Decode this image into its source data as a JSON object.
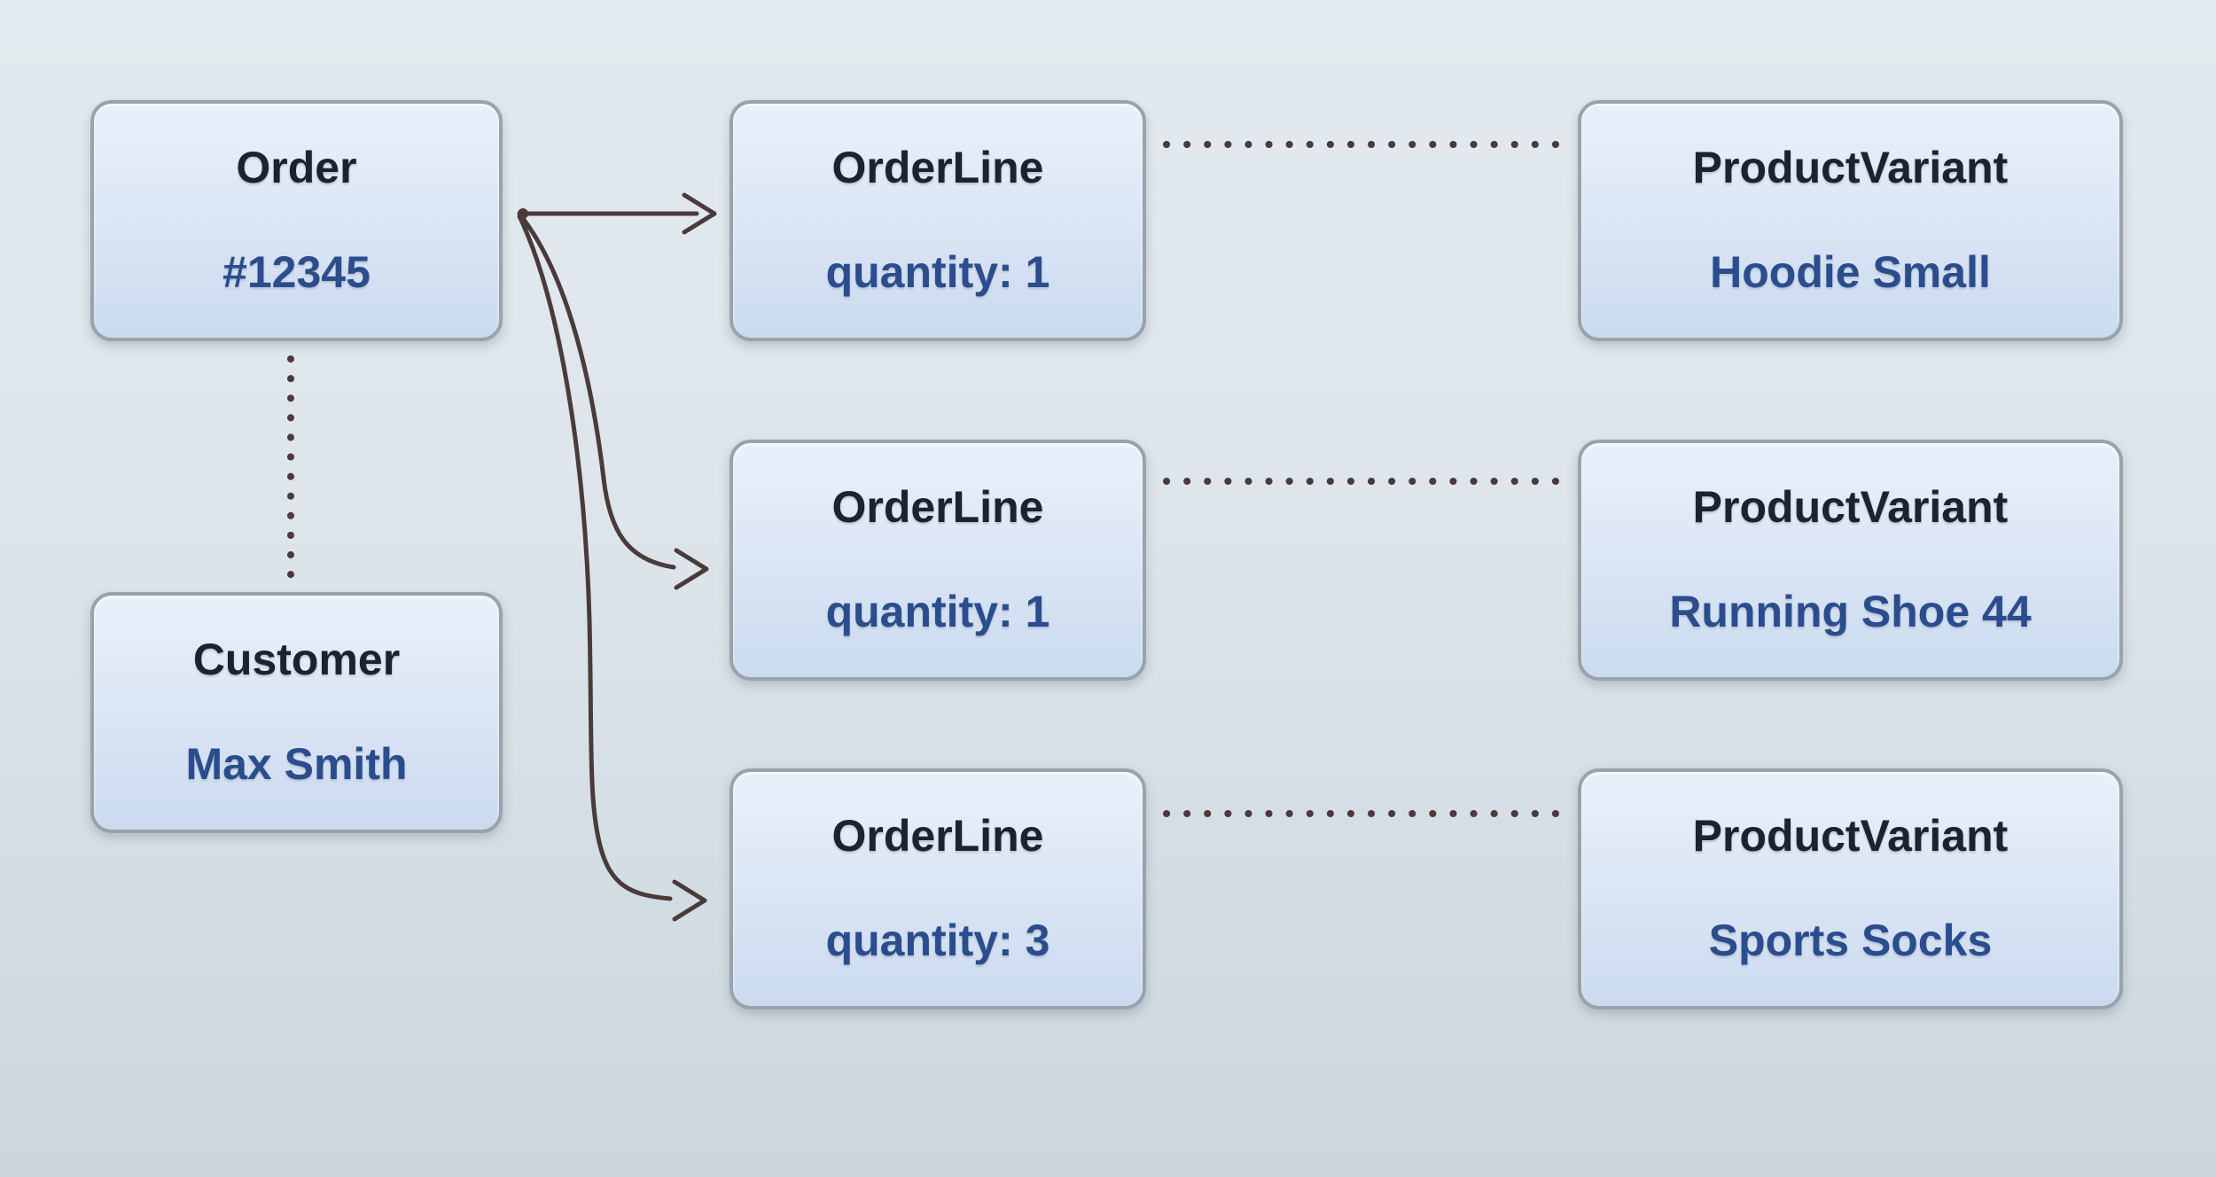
{
  "colors": {
    "background_top": "#e3eaef",
    "background_bottom": "#ccd6dd",
    "node_fill_top": "#e9f0fa",
    "node_fill_mid": "#dbe6f5",
    "node_fill_bottom": "#cbdaef",
    "node_border": "#98a3ab",
    "title_text": "#1b2330",
    "value_text": "#2b4d8e",
    "connector": "#4a3b3b"
  },
  "nodes": {
    "order": {
      "title": "Order",
      "value": "#12345"
    },
    "customer": {
      "title": "Customer",
      "value": "Max Smith"
    },
    "orderline1": {
      "title": "OrderLine",
      "value": "quantity: 1"
    },
    "orderline2": {
      "title": "OrderLine",
      "value": "quantity: 1"
    },
    "orderline3": {
      "title": "OrderLine",
      "value": "quantity: 3"
    },
    "productvariant1": {
      "title": "ProductVariant",
      "value": "Hoodie Small"
    },
    "productvariant2": {
      "title": "ProductVariant",
      "value": "Running Shoe 44"
    },
    "productvariant3": {
      "title": "ProductVariant",
      "value": "Sports Socks"
    }
  },
  "edges": [
    {
      "from": "order",
      "to": "orderline1",
      "style": "solid-arrow"
    },
    {
      "from": "order",
      "to": "orderline2",
      "style": "solid-arrow"
    },
    {
      "from": "order",
      "to": "orderline3",
      "style": "solid-arrow"
    },
    {
      "from": "order",
      "to": "customer",
      "style": "dotted"
    },
    {
      "from": "orderline1",
      "to": "productvariant1",
      "style": "dotted"
    },
    {
      "from": "orderline2",
      "to": "productvariant2",
      "style": "dotted"
    },
    {
      "from": "orderline3",
      "to": "productvariant3",
      "style": "dotted"
    }
  ]
}
